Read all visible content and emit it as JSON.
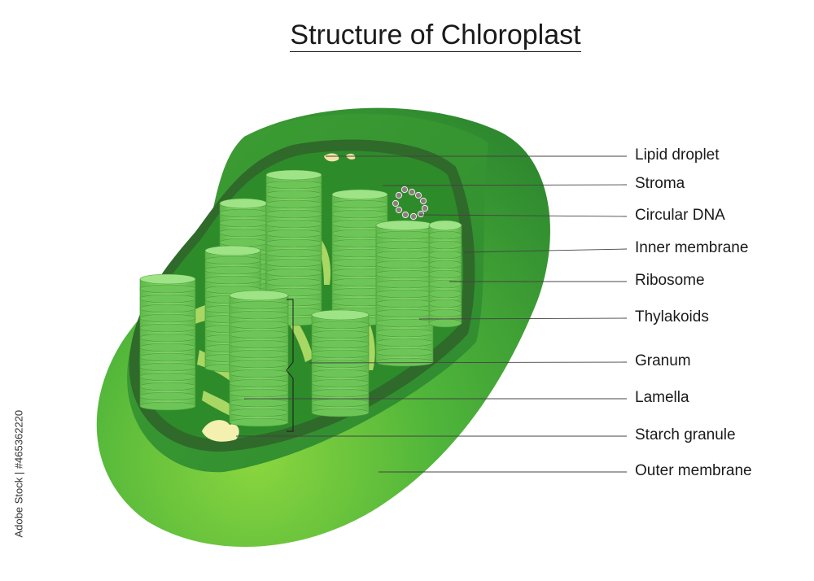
{
  "title": "Structure of Chloroplast",
  "labels": [
    {
      "id": "lipid-droplet",
      "text": "Lipid droplet"
    },
    {
      "id": "stroma",
      "text": "Stroma"
    },
    {
      "id": "circular-dna",
      "text": "Circular DNA"
    },
    {
      "id": "inner-membrane",
      "text": "Inner membrane"
    },
    {
      "id": "ribosome",
      "text": "Ribosome"
    },
    {
      "id": "thylakoids",
      "text": "Thylakoids"
    },
    {
      "id": "granum",
      "text": "Granum"
    },
    {
      "id": "lamella",
      "text": "Lamella"
    },
    {
      "id": "starch-granule",
      "text": "Starch granule"
    },
    {
      "id": "outer-membrane",
      "text": "Outer membrane"
    }
  ],
  "stock_id": "Adobe Stock | #465362220",
  "colors": {
    "outer_membrane": "#3fa535",
    "inner_membrane": "#2f6a2a",
    "stroma": "#2e8b2a",
    "thylakoid": "#7fd36a",
    "lamella": "#b7e06a",
    "ribosome": "#e08a3a",
    "starch": "#f3f0b0"
  }
}
